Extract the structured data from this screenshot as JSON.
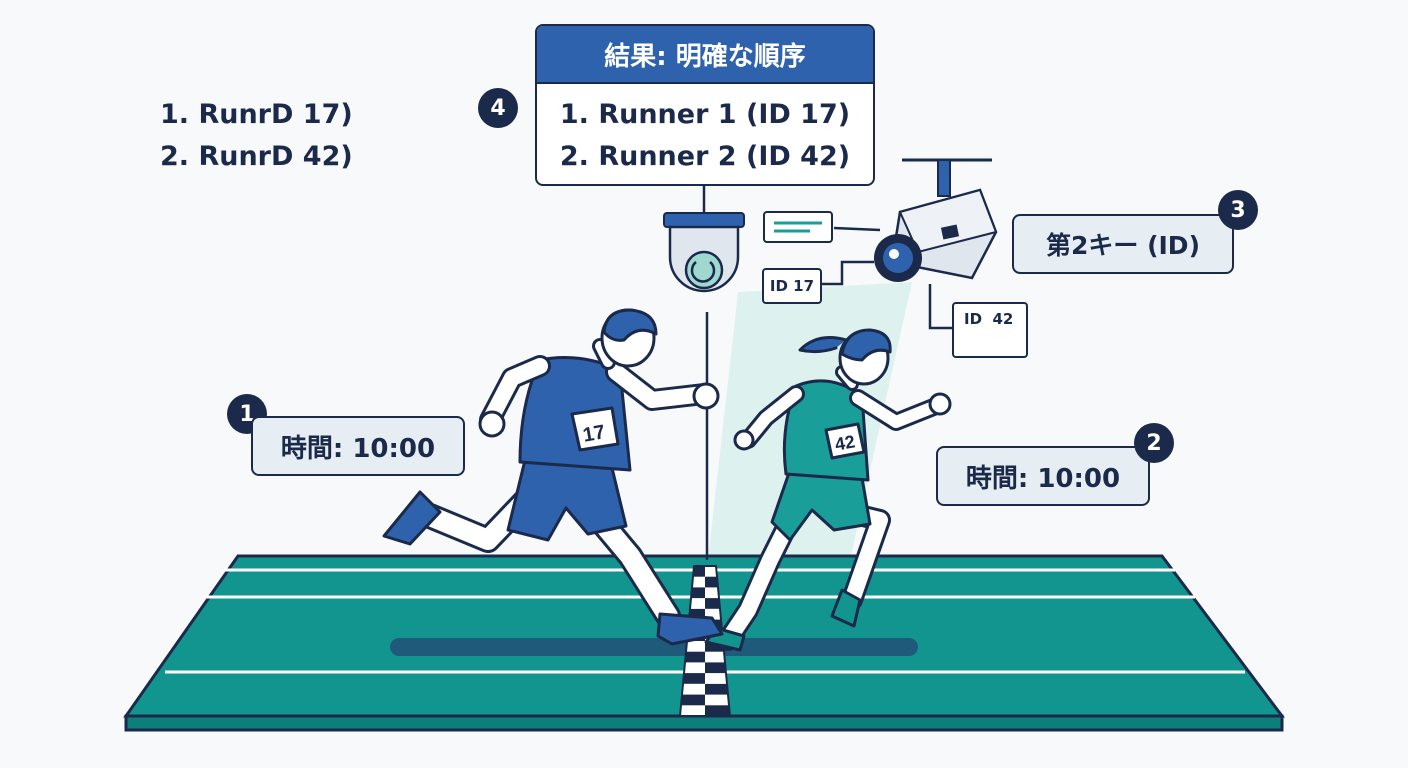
{
  "side_list": {
    "line1": "1. RunrD 17)",
    "line2": "2. RunrD 42)"
  },
  "result": {
    "badge": "4",
    "title": "結果: 明確な順序",
    "line1": "1. Runner 1 (ID 17)",
    "line2": "2. Runner 2 (ID 42)"
  },
  "secondary_key": {
    "badge": "3",
    "label": "第2キー (ID)"
  },
  "camera_tags": {
    "tag_a": "ID 17",
    "tag_b": "ID  42"
  },
  "runner1": {
    "badge": "1",
    "time_label": "時間: 10:00",
    "bib": "17"
  },
  "runner2": {
    "badge": "2",
    "time_label": "時間: 10:00",
    "bib": "42"
  },
  "colors": {
    "navy": "#1b2a4a",
    "blue": "#2e62ad",
    "teal": "#1a9e99",
    "track": "#12958f",
    "panel": "#e6edf3"
  }
}
